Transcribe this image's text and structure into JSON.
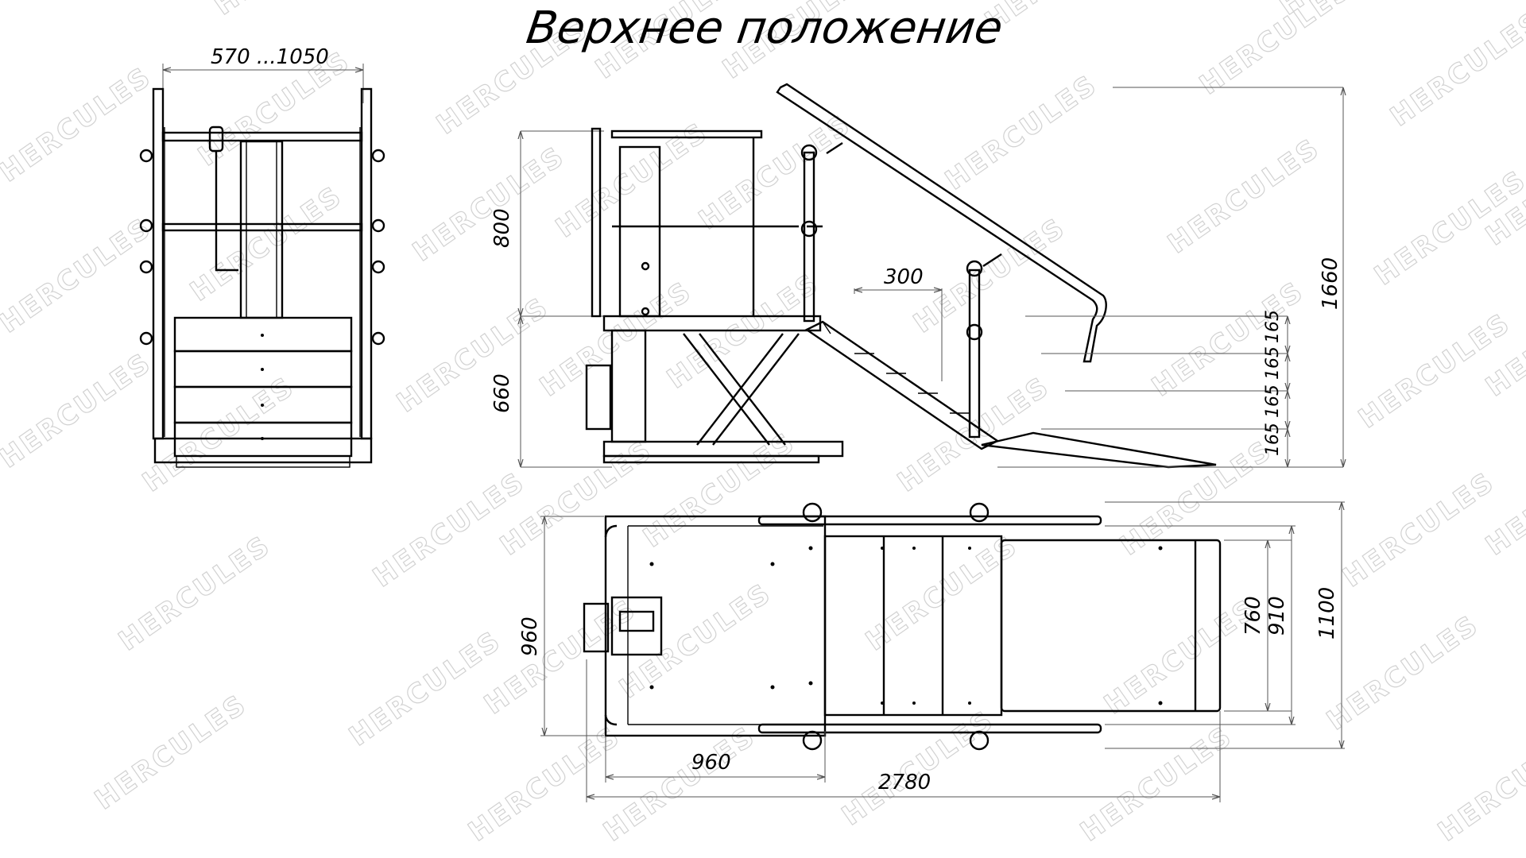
{
  "title": "Верхнее положение",
  "watermark_text": "HERCULES",
  "front_view": {
    "width_dim": "570 ...1050"
  },
  "side_view": {
    "dims": {
      "upper_height": "800",
      "lower_height": "660",
      "step_length": "300",
      "total_height": "1660",
      "step_1": "165",
      "step_2": "165",
      "step_3": "165",
      "step_4": "165"
    }
  },
  "top_view": {
    "dims": {
      "platform_width": "960",
      "platform_length": "960",
      "total_length": "2780",
      "ramp_inner": "760",
      "ramp_outer": "910",
      "overall_width": "1100"
    }
  }
}
